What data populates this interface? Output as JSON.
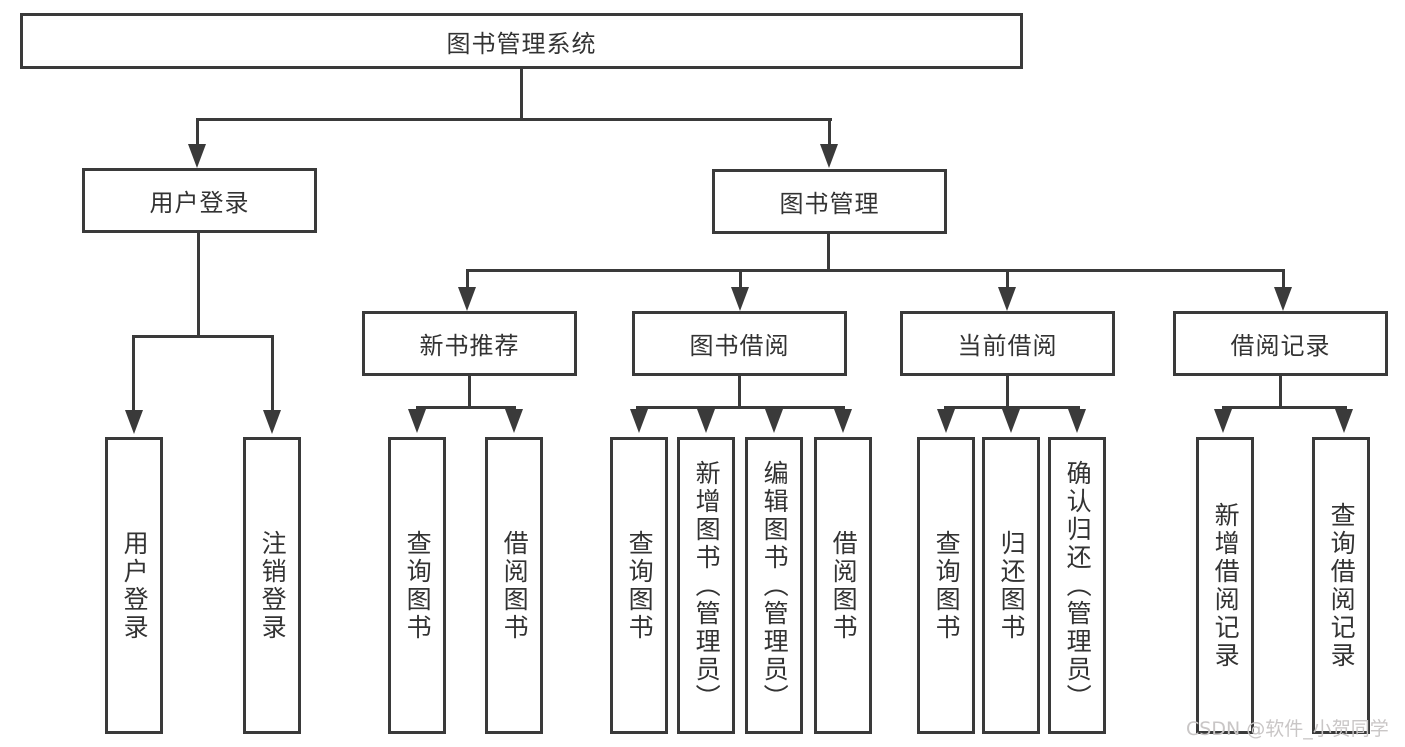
{
  "tree": {
    "root": "图书管理系统",
    "branches": [
      {
        "label": "用户登录",
        "leaves": [
          {
            "label": "用户登录"
          },
          {
            "label": "注销登录"
          }
        ]
      },
      {
        "label": "图书管理",
        "groups": [
          {
            "label": "新书推荐",
            "leaves": [
              {
                "label": "查询图书"
              },
              {
                "label": "借阅图书"
              }
            ]
          },
          {
            "label": "图书借阅",
            "leaves": [
              {
                "label": "查询图书"
              },
              {
                "label": "新增图书（管理员）"
              },
              {
                "label": "编辑图书（管理员）"
              },
              {
                "label": "借阅图书"
              }
            ]
          },
          {
            "label": "当前借阅",
            "leaves": [
              {
                "label": "查询图书"
              },
              {
                "label": "归还图书"
              },
              {
                "label": "确认归还（管理员）"
              }
            ]
          },
          {
            "label": "借阅记录",
            "leaves": [
              {
                "label": "新增借阅记录"
              },
              {
                "label": "查询借阅记录"
              }
            ]
          }
        ]
      }
    ]
  },
  "watermark": "CSDN @软件_小贺同学",
  "colors": {
    "line": "#3a3a3a",
    "text": "#333333",
    "box_background": "#ffffff",
    "page_background": "#ffffff",
    "watermark": "#c9c6c6"
  }
}
